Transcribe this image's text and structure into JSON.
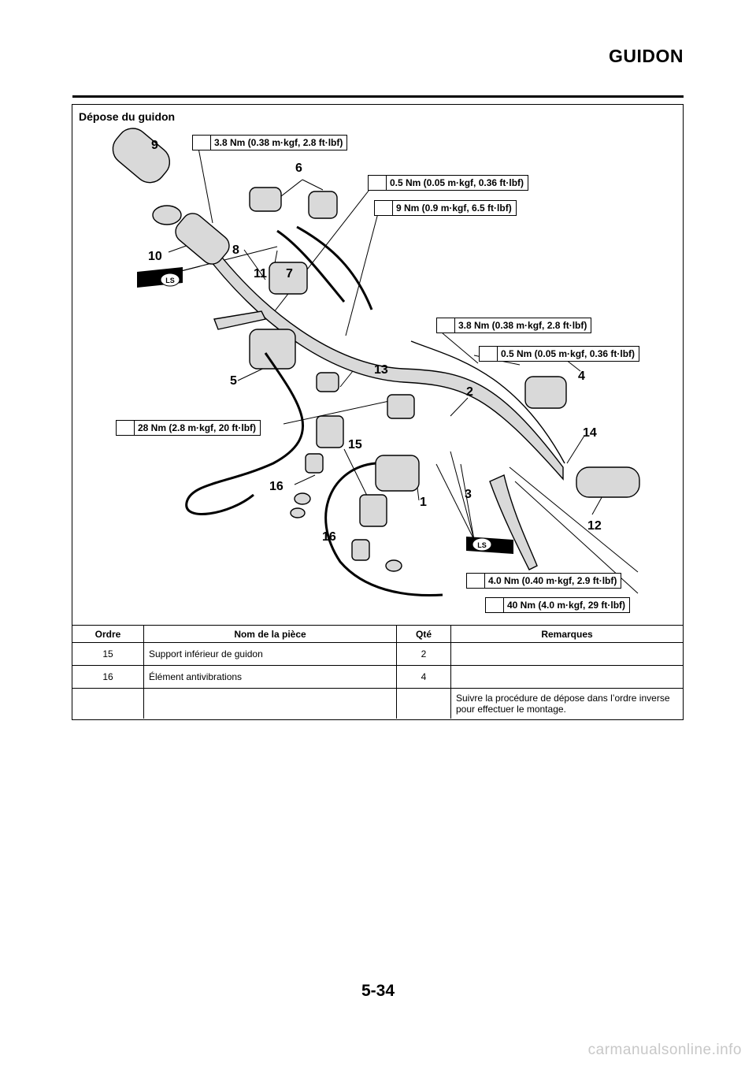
{
  "header": {
    "title": "GUIDON"
  },
  "section": {
    "title": "Dépose du guidon"
  },
  "torque_specs": [
    "3.8 Nm (0.38 m·kgf, 2.8 ft·lbf)",
    "0.5 Nm (0.05 m·kgf, 0.36 ft·lbf)",
    "9 Nm (0.9 m·kgf, 6.5 ft·lbf)",
    "3.8 Nm (0.38 m·kgf, 2.8 ft·lbf)",
    "0.5 Nm (0.05 m·kgf, 0.36 ft·lbf)",
    "28 Nm (2.8 m·kgf, 20 ft·lbf)",
    "4.0 Nm (0.40 m·kgf, 2.9 ft·lbf)",
    "40 Nm (4.0 m·kgf, 29 ft·lbf)"
  ],
  "callouts": [
    "9",
    "6",
    "10",
    "8",
    "11",
    "7",
    "5",
    "13",
    "2",
    "4",
    "14",
    "15",
    "16",
    "1",
    "3",
    "12",
    "16"
  ],
  "lubricant_labels": [
    "LS",
    "LS"
  ],
  "table": {
    "headers": [
      "Ordre",
      "Nom de la pièce",
      "Qté",
      "Remarques"
    ],
    "rows": [
      [
        "15",
        "Support inférieur de guidon",
        "2",
        ""
      ],
      [
        "16",
        "Élément antivibrations",
        "4",
        ""
      ],
      [
        "",
        "",
        "",
        "Suivre la procédure de dépose dans l’ordre inverse pour effectuer le montage."
      ]
    ]
  },
  "footer": {
    "page_number": "5-34",
    "watermark": "carmanualsonline.info"
  }
}
